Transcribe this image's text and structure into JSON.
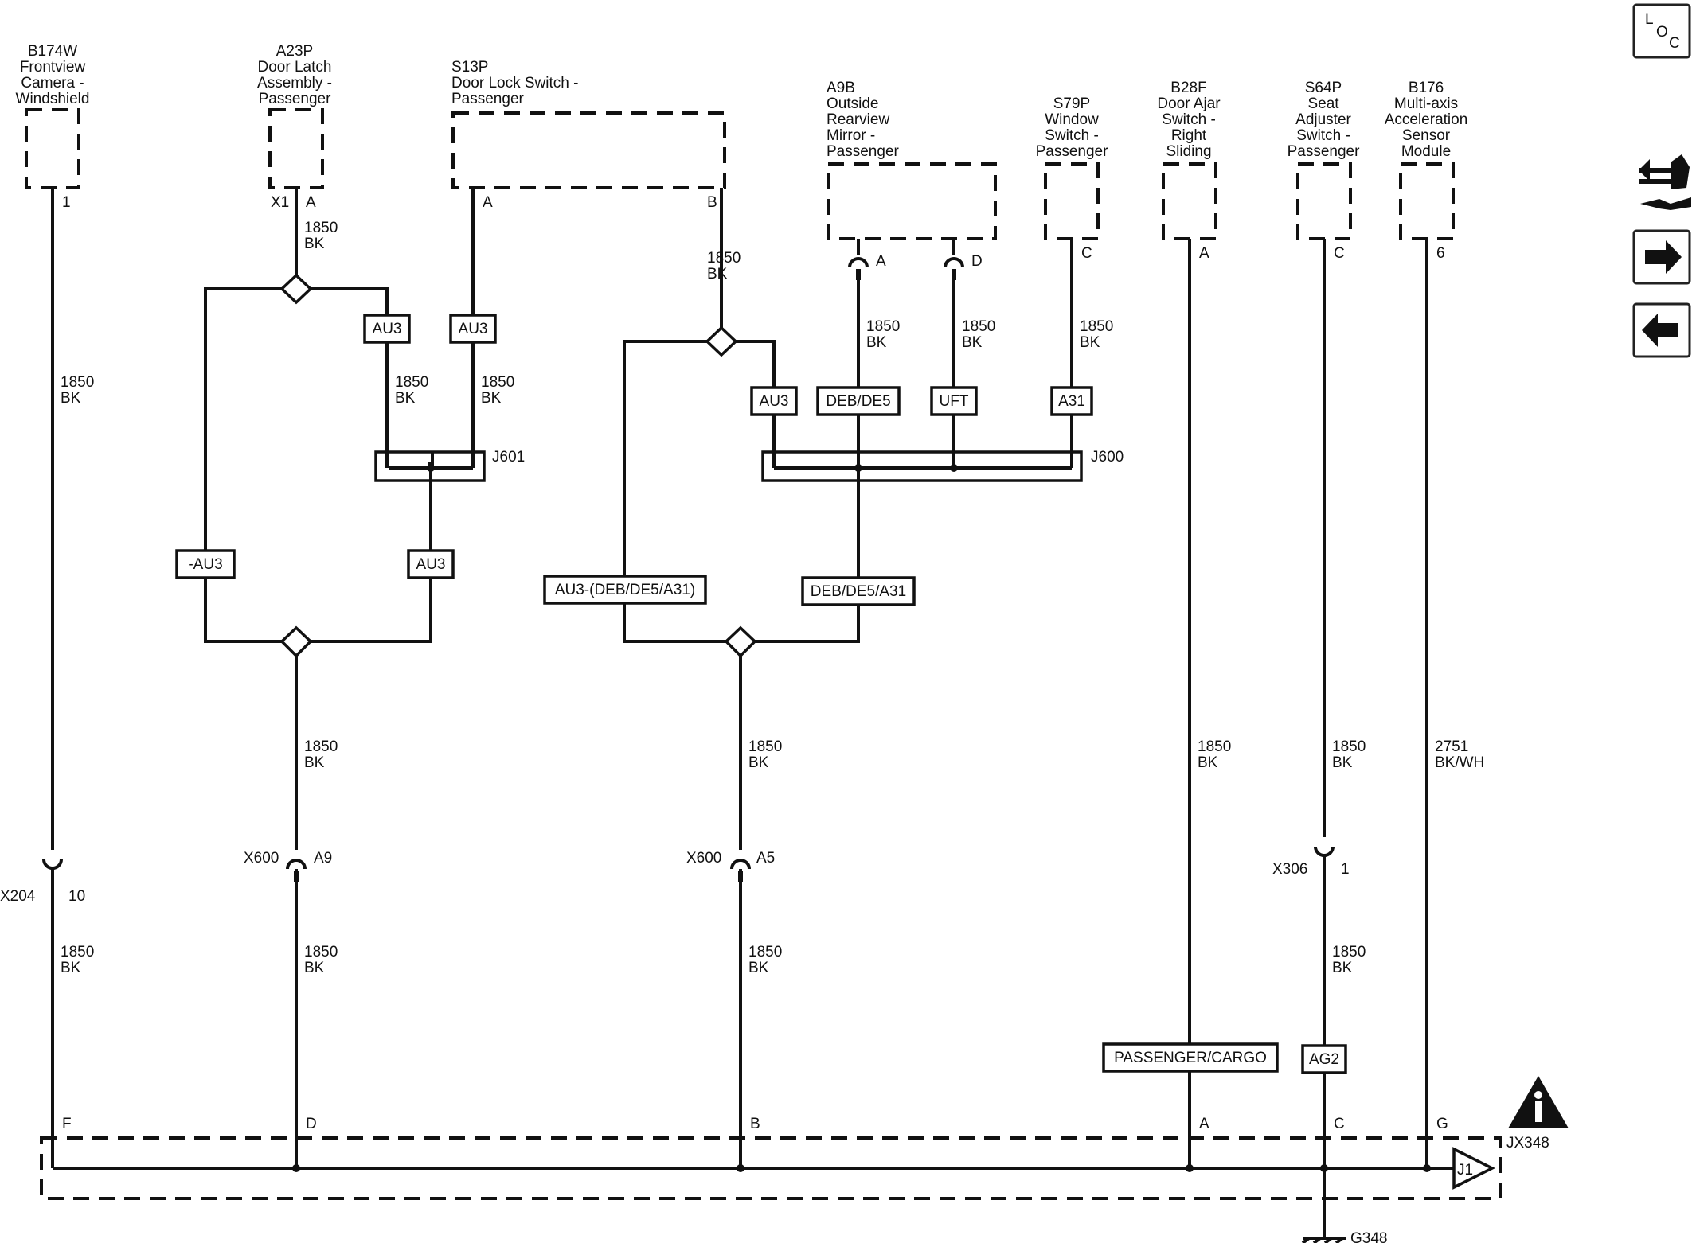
{
  "components": {
    "b174w": [
      "B174W",
      "Frontview",
      "Camera -",
      "Windshield"
    ],
    "a23p": [
      "A23P",
      "Door Latch",
      "Assembly -",
      "Passenger"
    ],
    "s13p": [
      "S13P",
      "Door Lock Switch -",
      "Passenger"
    ],
    "a9b": [
      "A9B",
      "Outside",
      "Rearview",
      "Mirror -",
      "Passenger"
    ],
    "s79p": [
      "S79P",
      "Window",
      "Switch -",
      "Passenger"
    ],
    "b28f": [
      "B28F",
      "Door Ajar",
      "Switch -",
      "Right",
      "Sliding"
    ],
    "s64p": [
      "S64P",
      "Seat",
      "Adjuster",
      "Switch -",
      "Passenger"
    ],
    "b176": [
      "B176",
      "Multi-axis",
      "Acceleration",
      "Sensor",
      "Module"
    ]
  },
  "pins": {
    "b174w_1": "1",
    "a23p_x1": "X1",
    "a23p_a": "A",
    "s13p_a": "A",
    "s13p_b": "B",
    "a9b_a": "A",
    "a9b_d": "D",
    "s79p_c": "C",
    "b28f_a": "A",
    "s64p_c": "C",
    "b176_6": "6",
    "jx_f": "F",
    "jx_d": "D",
    "jx_b": "B",
    "jx_a": "A",
    "jx_c": "C",
    "jx_g": "G"
  },
  "wire": {
    "size": "1850",
    "color": "BK",
    "b176_size": "2751",
    "b176_color": "BK/WH"
  },
  "options": {
    "au3": "AU3",
    "not_au3": "-AU3",
    "deb_de5": "DEB/DE5",
    "uft": "UFT",
    "a31": "A31",
    "au3_combo": "AU3-(DEB/DE5/A31)",
    "deb_de5_a31": "DEB/DE5/A31",
    "passenger_cargo": "PASSENGER/CARGO",
    "ag2": "AG2"
  },
  "splices": {
    "j601": "J601",
    "j600": "J600",
    "jx348": "JX348",
    "j1": "J1"
  },
  "connectors": {
    "x204": "X204",
    "x204_pin": "10",
    "x600": "X600",
    "x600_a9": "A9",
    "x600_a5": "A5",
    "x306": "X306",
    "x306_pin": "1"
  },
  "ground": "G348",
  "nav": {
    "loc": [
      "L",
      "O",
      "C"
    ],
    "icons": [
      "info-icon",
      "connector-wrench-icon",
      "arrow-right-icon",
      "arrow-left-icon"
    ]
  }
}
